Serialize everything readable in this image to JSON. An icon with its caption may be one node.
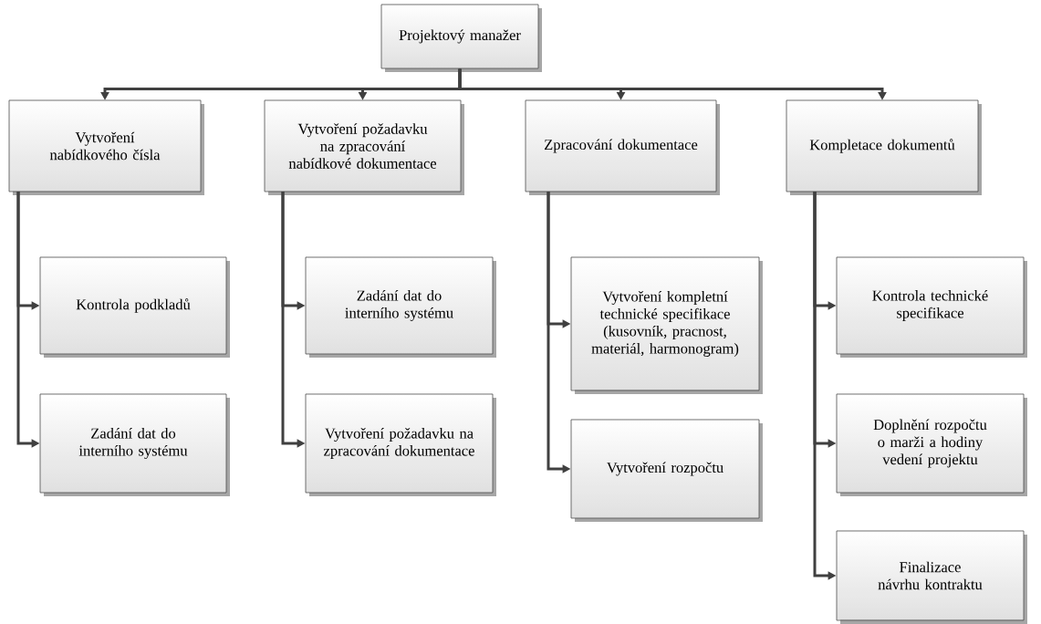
{
  "diagram": {
    "nodes": [
      {
        "text": [
          "Projektový manažer"
        ]
      },
      {
        "text": [
          "Vytvoření nabídkového čísla"
        ]
      },
      {
        "text": [
          "Vytvoření požadavku na zpracování nabídkové dokumentace"
        ]
      },
      {
        "text": [
          "Zpracování dokumentace"
        ]
      },
      {
        "text": [
          "Kompletace dokumentů"
        ]
      },
      {
        "text": [
          "Kontrola podkladů"
        ]
      },
      {
        "text": [
          "Zadání dat do interního systému"
        ]
      },
      {
        "text": [
          "Zadání dat do interního systému"
        ]
      },
      {
        "text": [
          "Vytvoření požadavku na zpracování dokumentace"
        ]
      },
      {
        "text": [
          "Vytvoření kompletní technické specifikace (kusovník, pracnost, materiál, harmonogram)"
        ]
      },
      {
        "text": [
          "Vytvoření rozpočtu"
        ]
      },
      {
        "text": [
          "Kontrola technické specifikace"
        ]
      },
      {
        "text": [
          "Doplnění rozpočtu o marži a hodiny vedení projektu"
        ]
      },
      {
        "text": [
          "Finalizace návrhu kontraktu"
        ]
      }
    ],
    "edges": [
      {
        "from": 0,
        "to": 1,
        "arrow": "to"
      },
      {
        "from": 0,
        "to": 2,
        "arrow": "to"
      },
      {
        "from": 0,
        "to": 3,
        "arrow": "to"
      },
      {
        "from": 0,
        "to": 4,
        "arrow": "to"
      },
      {
        "from": 1,
        "to": 5,
        "arrow": "to"
      },
      {
        "from": 1,
        "to": 6,
        "arrow": "to"
      },
      {
        "from": 2,
        "to": 7,
        "arrow": "to"
      },
      {
        "from": 2,
        "to": 8,
        "arrow": "to"
      },
      {
        "from": 3,
        "to": 9,
        "arrow": "to"
      },
      {
        "from": 3,
        "to": 10,
        "arrow": "to"
      },
      {
        "from": 4,
        "to": 11,
        "arrow": "to"
      },
      {
        "from": 4,
        "to": 12,
        "arrow": "to"
      },
      {
        "from": 4,
        "to": 13,
        "arrow": "to"
      }
    ]
  }
}
